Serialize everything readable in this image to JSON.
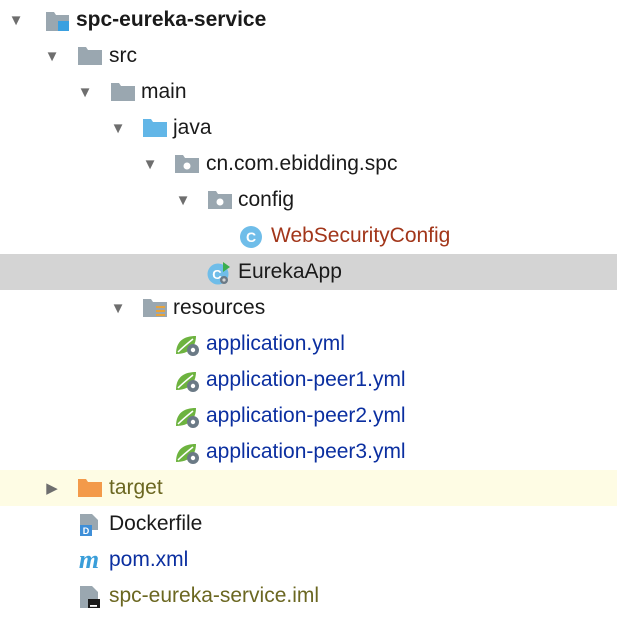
{
  "tree": {
    "rows": [
      {
        "key": "root",
        "label": "spc-eureka-service",
        "icon": "module-folder-icon",
        "arrow": "expanded"
      },
      {
        "key": "src",
        "label": "src",
        "icon": "folder-icon",
        "arrow": "expanded"
      },
      {
        "key": "main",
        "label": "main",
        "icon": "folder-icon",
        "arrow": "expanded"
      },
      {
        "key": "java",
        "label": "java",
        "icon": "source-root-folder-icon",
        "arrow": "expanded"
      },
      {
        "key": "package",
        "label": "cn.com.ebidding.spc",
        "icon": "package-icon",
        "arrow": "expanded"
      },
      {
        "key": "config",
        "label": "config",
        "icon": "package-icon",
        "arrow": "expanded"
      },
      {
        "key": "websecurityconfig",
        "label": "WebSecurityConfig",
        "icon": "java-class-icon"
      },
      {
        "key": "eurekaapp",
        "label": "EurekaApp",
        "icon": "spring-boot-class-icon",
        "selected": true
      },
      {
        "key": "resources",
        "label": "resources",
        "icon": "resources-folder-icon",
        "arrow": "expanded"
      },
      {
        "key": "application-yml",
        "label": "application.yml",
        "icon": "spring-config-icon"
      },
      {
        "key": "application-peer1-yml",
        "label": "application-peer1.yml",
        "icon": "spring-config-icon"
      },
      {
        "key": "application-peer2-yml",
        "label": "application-peer2.yml",
        "icon": "spring-config-icon"
      },
      {
        "key": "application-peer3-yml",
        "label": "application-peer3.yml",
        "icon": "spring-config-icon"
      },
      {
        "key": "target",
        "label": "target",
        "icon": "excluded-folder-icon",
        "arrow": "collapsed",
        "highlighted": true
      },
      {
        "key": "dockerfile",
        "label": "Dockerfile",
        "icon": "dockerfile-icon"
      },
      {
        "key": "pom-xml",
        "label": "pom.xml",
        "icon": "maven-icon"
      },
      {
        "key": "iml",
        "label": "spc-eureka-service.iml",
        "icon": "iml-file-icon"
      }
    ]
  },
  "colors": {
    "selection_bg": "#d4d4d4",
    "highlight_bg": "#fefce4",
    "text_default": "#1a1a1a",
    "text_blue": "#0b2fa0",
    "text_red": "#a2361a",
    "text_olive": "#6b6721",
    "folder_gray": "#9aa7b0",
    "folder_blue": "#62b6e7",
    "folder_orange": "#f39a4a",
    "spring_green": "#6db33f"
  }
}
